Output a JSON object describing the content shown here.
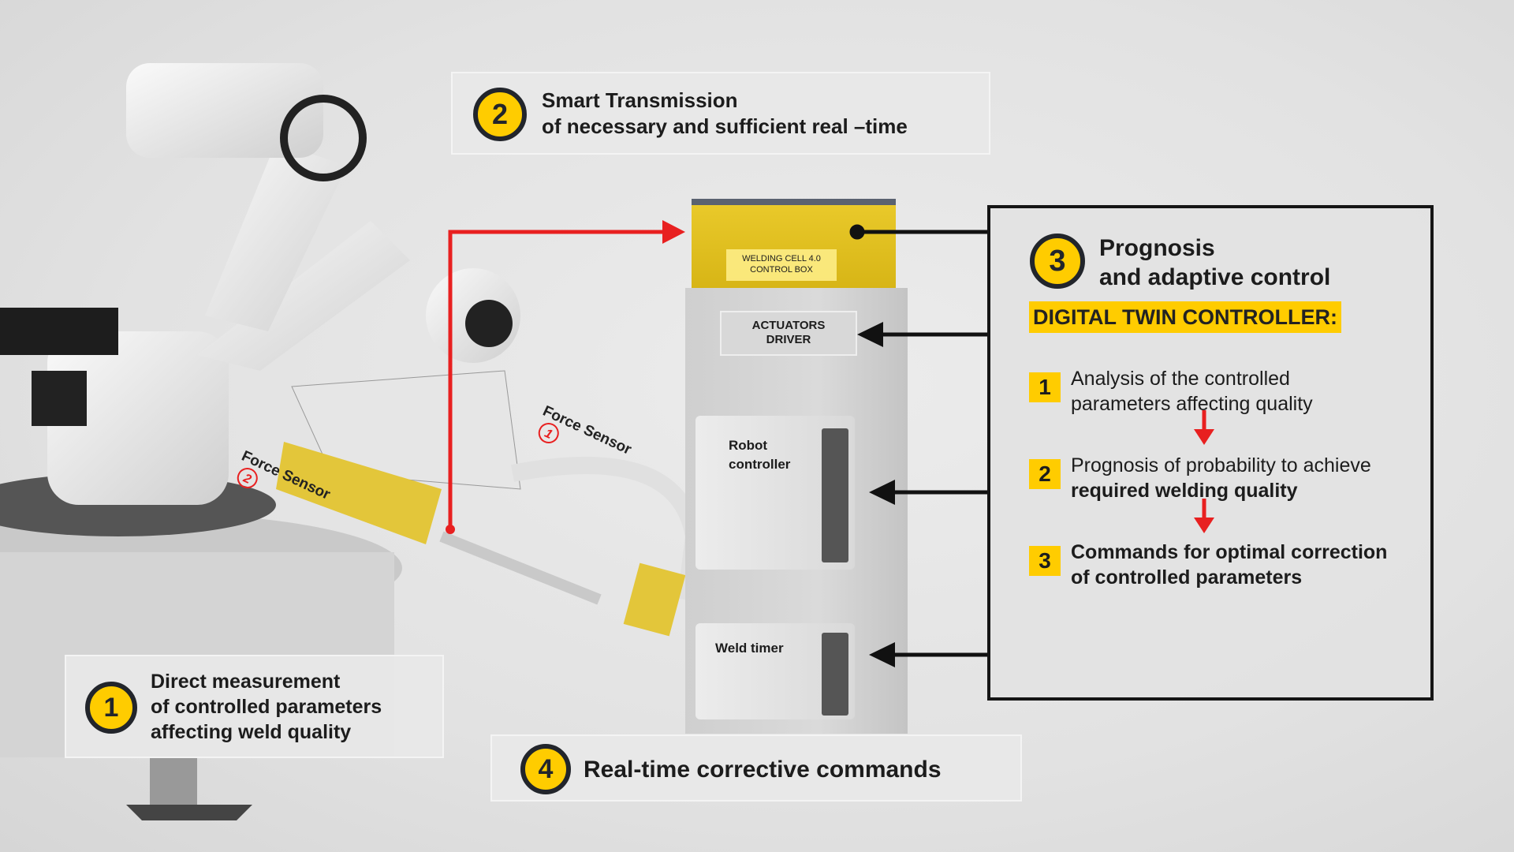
{
  "step1": {
    "number": "1",
    "line1": "Direct measurement",
    "line2": "of controlled parameters",
    "line3": "affecting weld quality"
  },
  "step2": {
    "number": "2",
    "line1": "Smart Transmission",
    "line2": "of necessary and sufficient real –time"
  },
  "step3": {
    "number": "3",
    "line1": "Prognosis",
    "line2": "and adaptive control",
    "banner": "DIGITAL TWIN CONTROLLER:",
    "items": [
      {
        "number": "1",
        "line1": "Analysis of the controlled",
        "line2": "parameters affecting quality"
      },
      {
        "number": "2",
        "line1": "Prognosis of  probability to achieve",
        "line2": "required welding quality"
      },
      {
        "number": "3",
        "line1": "Commands for optimal correction",
        "line2": "of  controlled parameters"
      }
    ]
  },
  "step4": {
    "number": "4",
    "label": "Real-time corrective commands"
  },
  "equipment": {
    "control_box": "WELDING CELL 4.0 CONTROL BOX",
    "actuators": "ACTUATORS DRIVER",
    "robot_controller": "Robot controller",
    "weld_timer": "Weld timer"
  },
  "sensors": [
    {
      "label": "Force Sensor",
      "number": "1"
    },
    {
      "label": "Force Sensor",
      "number": "2"
    }
  ],
  "colors": {
    "accent": "#ffcc00",
    "arrow_red": "#e82020",
    "dark": "#22252b"
  }
}
